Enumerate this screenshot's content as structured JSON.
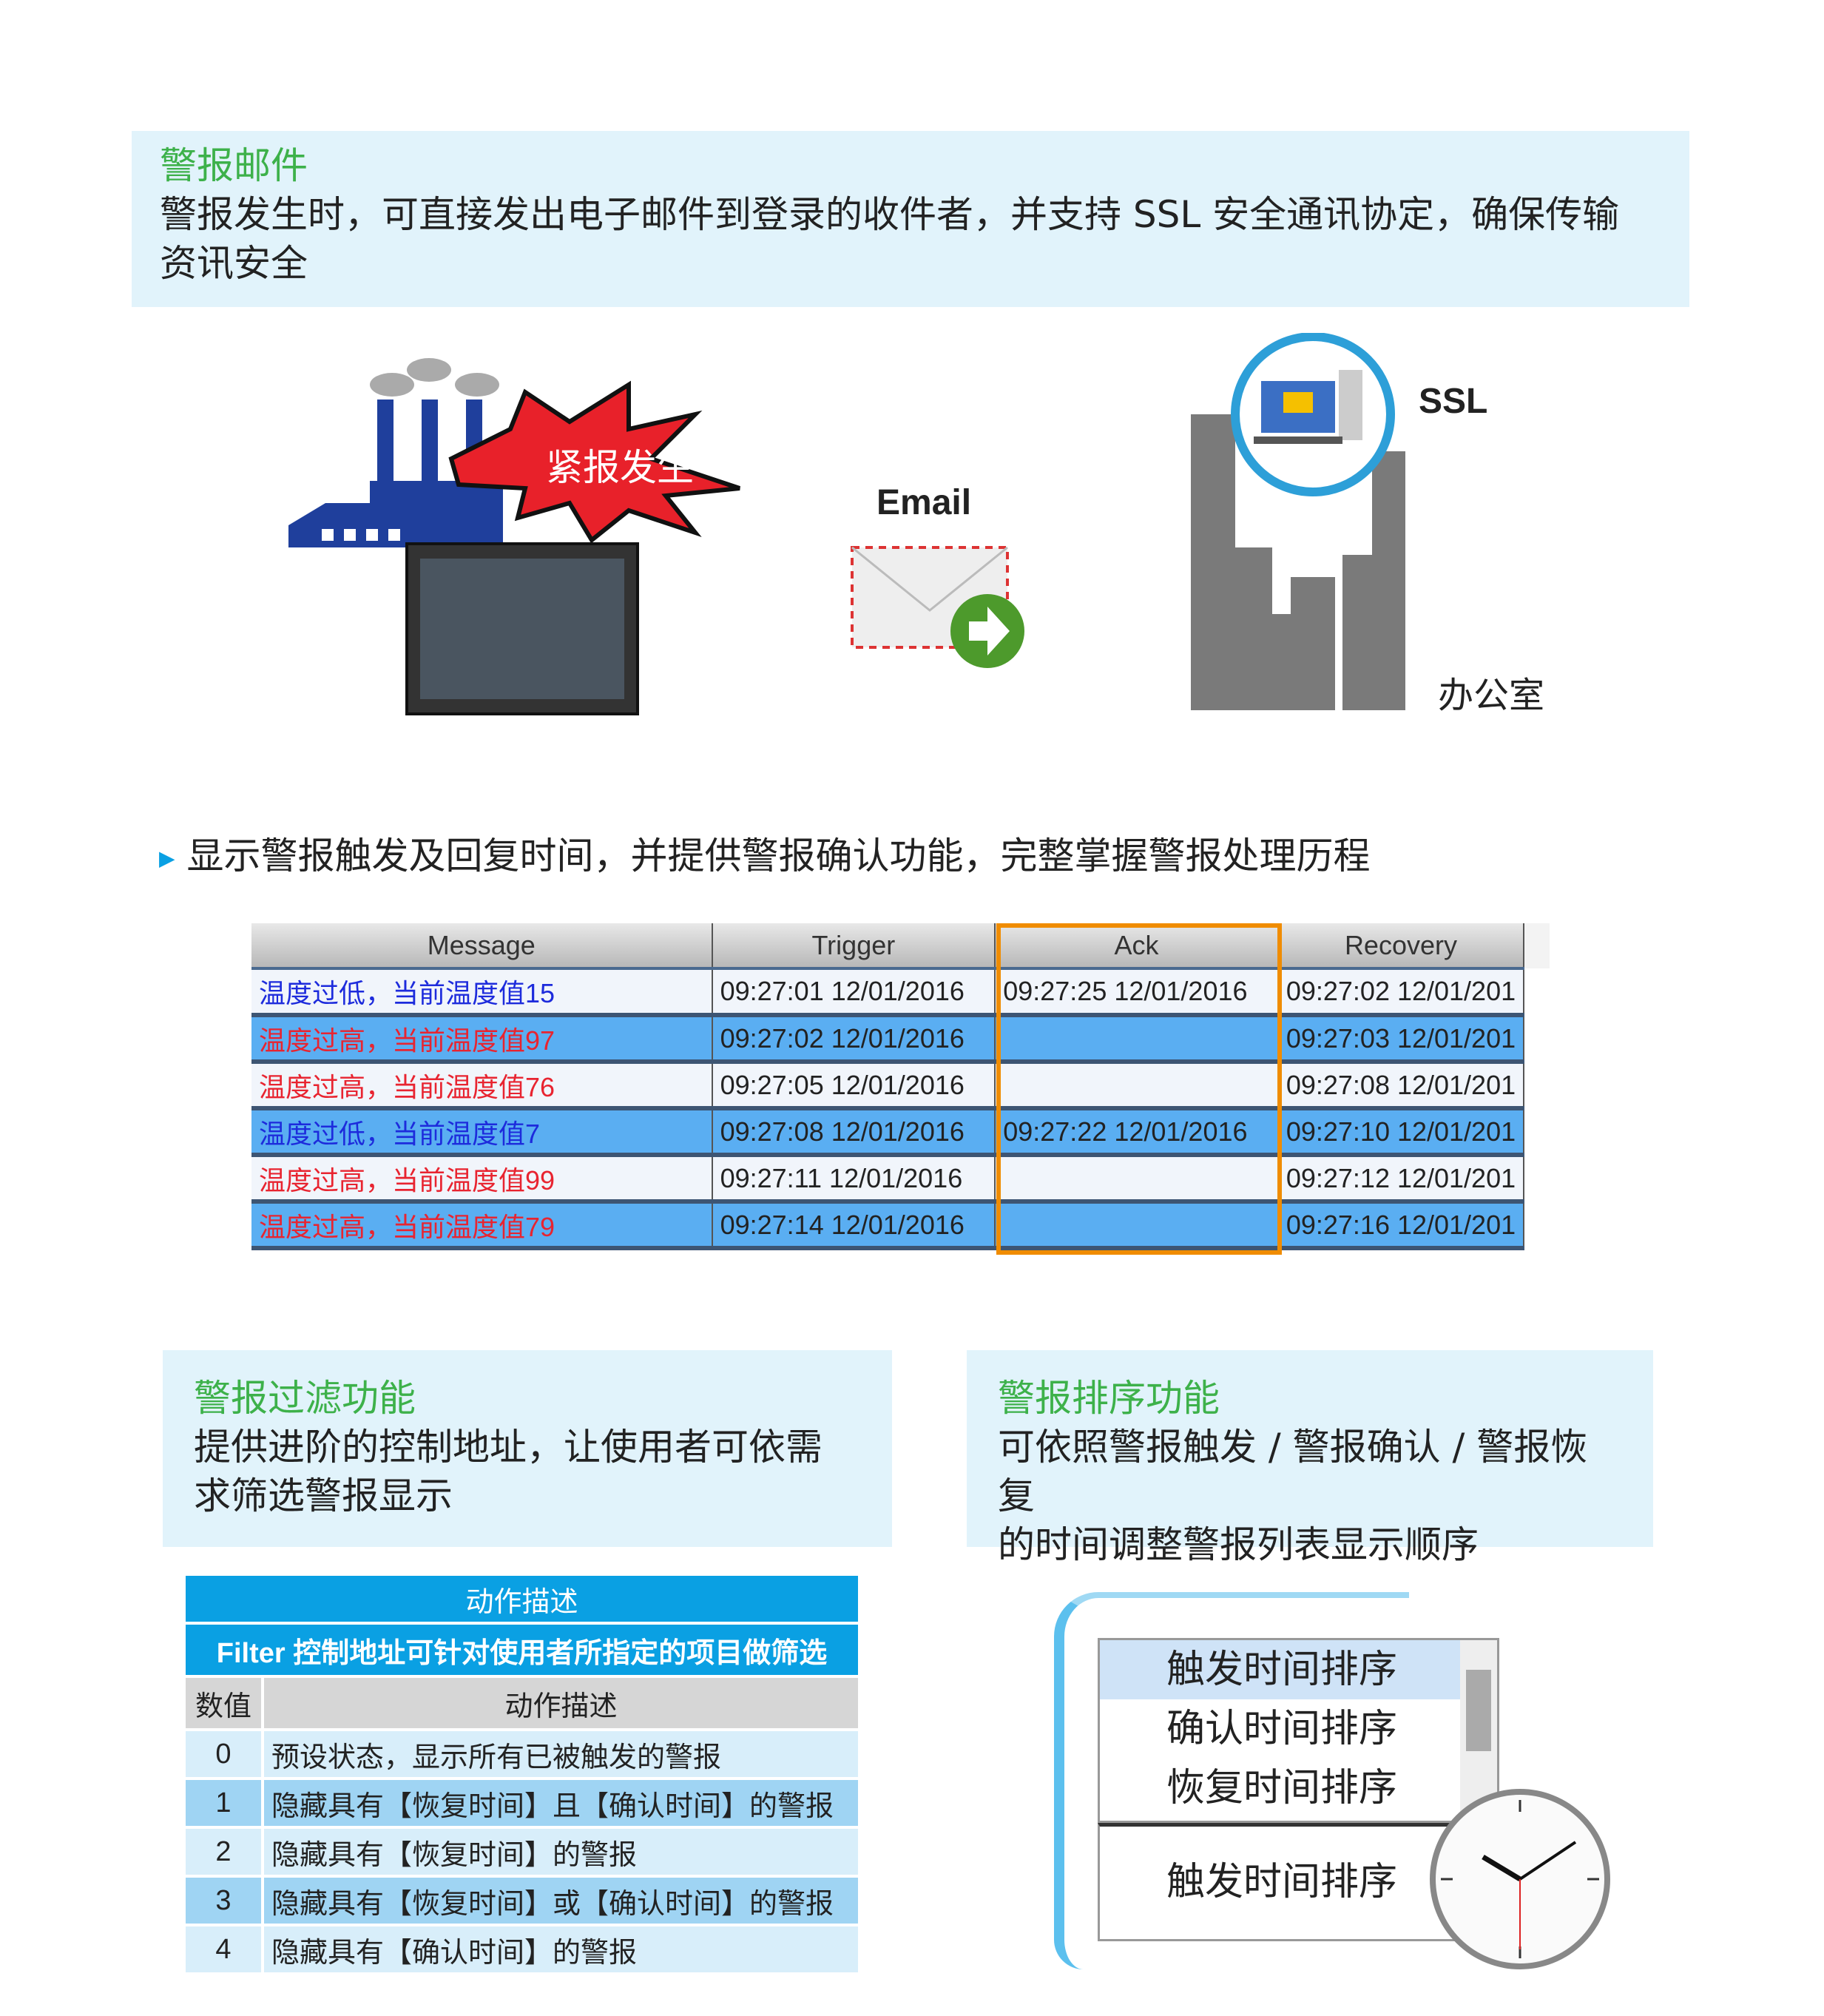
{
  "email_section": {
    "title": "警报邮件",
    "desc_line1": "警报发生时，可直接发出电子邮件到登录的收件者，并支持 SSL 安全通讯协定，确保传输",
    "desc_line2": "资讯安全"
  },
  "illustration": {
    "alarm_burst": "紧报发生",
    "email_label": "Email",
    "ssl_label": "SSL",
    "office_label": "办公室"
  },
  "bullet": {
    "text": "显示警报触发及回复时间，并提供警报确认功能，完整掌握警报处理历程"
  },
  "alarm_table": {
    "headers": [
      "Message",
      "Trigger",
      "Ack",
      "Recovery"
    ],
    "rows": [
      {
        "message": "温度过低，当前温度值15",
        "trigger": "09:27:01 12/01/2016",
        "ack": "09:27:25 12/01/2016",
        "recovery": "09:27:02 12/01/201",
        "color": "blue",
        "style": "w"
      },
      {
        "message": "温度过高，当前温度值97",
        "trigger": "09:27:02 12/01/2016",
        "ack": "",
        "recovery": "09:27:03 12/01/201",
        "color": "red",
        "style": "b"
      },
      {
        "message": "温度过高，当前温度值76",
        "trigger": "09:27:05 12/01/2016",
        "ack": "",
        "recovery": "09:27:08 12/01/201",
        "color": "red",
        "style": "w"
      },
      {
        "message": "温度过低，当前温度值7",
        "trigger": "09:27:08 12/01/2016",
        "ack": "09:27:22 12/01/2016",
        "recovery": "09:27:10 12/01/201",
        "color": "blue",
        "style": "b"
      },
      {
        "message": "温度过高，当前温度值99",
        "trigger": "09:27:11 12/01/2016",
        "ack": "",
        "recovery": "09:27:12 12/01/201",
        "color": "red",
        "style": "w"
      },
      {
        "message": "温度过高，当前温度值79",
        "trigger": "09:27:14 12/01/2016",
        "ack": "",
        "recovery": "09:27:16 12/01/201",
        "color": "red",
        "style": "b"
      }
    ]
  },
  "filter_section": {
    "title": "警报过滤功能",
    "line1": "提供进阶的控制地址，让使用者可依需",
    "line2": "求筛选警报显示"
  },
  "sort_section": {
    "title": "警报排序功能",
    "line1": "可依照警报触发 / 警报确认 / 警报恢复",
    "line2": "的时间调整警报列表显示顺序"
  },
  "filter_table": {
    "title": "动作描述",
    "subtitle": "Filter 控制地址可针对使用者所指定的项目做筛选",
    "col_value": "数值",
    "col_desc": "动作描述",
    "rows": [
      {
        "v": "0",
        "d": "预设状态，显示所有已被触发的警报"
      },
      {
        "v": "1",
        "d": "隐藏具有【恢复时间】且【确认时间】的警报"
      },
      {
        "v": "2",
        "d": "隐藏具有【恢复时间】的警报"
      },
      {
        "v": "3",
        "d": "隐藏具有【恢复时间】或【确认时间】的警报"
      },
      {
        "v": "4",
        "d": "隐藏具有【确认时间】的警报"
      }
    ]
  },
  "sort_list": {
    "options": [
      "触发时间排序",
      "确认时间排序",
      "恢复时间排序"
    ],
    "selected": "触发时间排序"
  },
  "colors": {
    "green": "#3db14a",
    "light_blue": "#e1f3fb",
    "accent_blue": "#0aa0e3",
    "orange": "#f08c00"
  }
}
